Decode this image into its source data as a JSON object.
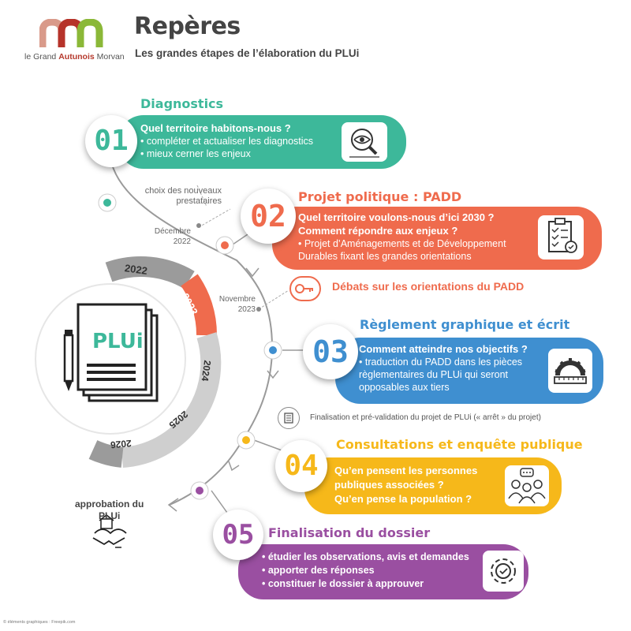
{
  "header": {
    "logo_text_pre": "le Grand ",
    "logo_text_hl": "Autunois",
    "logo_text_post": " Morvan",
    "title": "Repères",
    "subtitle": "Les grandes étapes de l’élaboration du PLUi"
  },
  "colors": {
    "teal": "#3db89a",
    "orange": "#ef6b4d",
    "blue": "#3f8fd0",
    "yellow": "#f6b81a",
    "purple": "#9a4fa1",
    "grey": "#8d8d8d"
  },
  "stages": [
    {
      "num": "01",
      "title": "Diagnostics",
      "question": "Quel territoire habitons-nous ?",
      "bullets": [
        "• compléter et actualiser les diagnostics",
        "• mieux cerner les enjeux"
      ],
      "icon": "eye-magnifier-icon"
    },
    {
      "num": "02",
      "title": "Projet politique : PADD",
      "question1": "Quel territoire voulons-nous d’ici 2030 ?",
      "question2": "Comment répondre aux enjeux ?",
      "bullet1": "• Projet d’Aménagements et de  Développement",
      "bullet2": "Durables fixant les grandes orientations",
      "icon": "clipboard-checklist-icon"
    },
    {
      "num": "03",
      "title": "Règlement graphique et écrit",
      "question": "Comment atteindre nos objectifs ?",
      "bullets": [
        "• traduction du PADD dans les pièces",
        "règlementaires du PLUi  qui seront",
        "opposables aux tiers"
      ],
      "icon": "gear-ruler-icon"
    },
    {
      "num": "04",
      "title": "Consultations et enquête publique",
      "lines": [
        "Qu’en pensent les personnes",
        "publiques associées ?",
        "Qu’en pense  la population ?"
      ],
      "icon": "people-group-icon"
    },
    {
      "num": "05",
      "title": "Finalisation du dossier",
      "bullets": [
        "• étudier les observations, avis et demandes",
        "• apporter des réponses",
        "• constituer le dossier à approuver"
      ],
      "icon": "settings-gear-icon"
    }
  ],
  "timeline": {
    "label_prestataires_1": "choix des nouveaux",
    "label_prestataires_2": "prestataires",
    "label_decembre_1": "Décembre",
    "label_decembre_2": "2022",
    "label_novembre_1": "Novembre",
    "label_novembre_2": "2023",
    "debats": "Débats sur les orientations du PADD",
    "finalisation": "Finalisation et pré-validation du projet de PLUi (« arrêt » du projet)",
    "approbation_1": "approbation du",
    "approbation_2": "PLUi"
  },
  "year_ring": {
    "years": [
      "2022",
      "2023",
      "2024",
      "2025",
      "2026"
    ],
    "highlight": "2023",
    "document_label": "PLUi"
  },
  "credit": "© éléments graphiques : Freepik.com"
}
